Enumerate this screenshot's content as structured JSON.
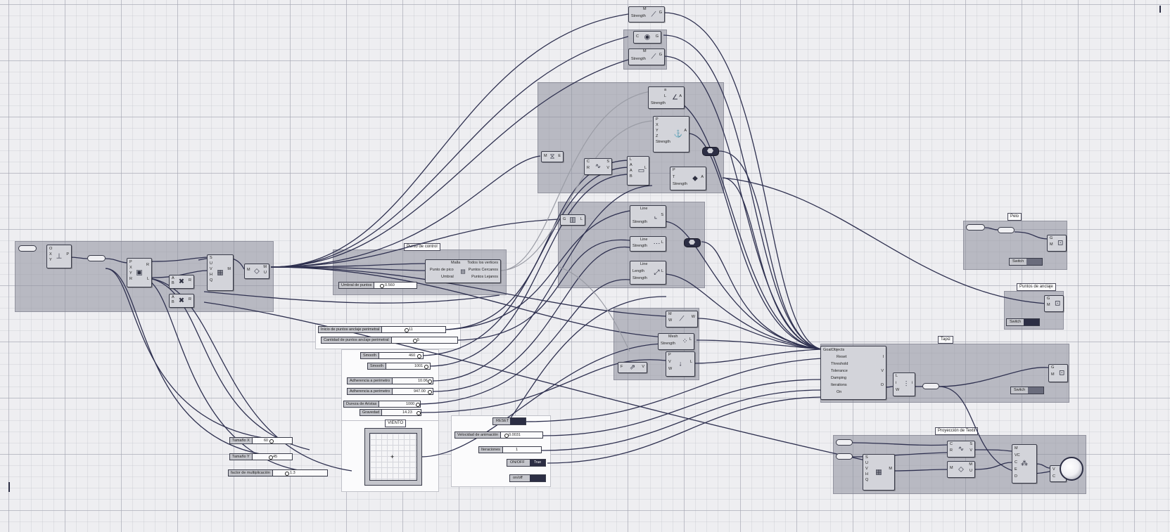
{
  "groups": {
    "punto_de_control": "Punto de control",
    "tapiz": "Tapiz",
    "pelo": "Pelo",
    "puntos_de_anclaje": "Puntos de anclaje",
    "viento": "VIENTO",
    "proyeccion_textil": "Proyección de Textil"
  },
  "components": {
    "strength": "Strength",
    "line": "Line",
    "length": "Length",
    "mesh": "Mesh",
    "switch": "Switch",
    "solver_inputs": [
      "GoalObjects",
      "Reset",
      "Threshold",
      "Tolerance",
      "Damping",
      "Iterations",
      "On"
    ],
    "control_inputs": [
      "Malla",
      "Punto de pico",
      "Umbral"
    ],
    "control_outputs": [
      "Todos los vertices",
      "Puntos Cercanos",
      "Puntos Lejanos"
    ]
  },
  "sliders": {
    "umbral": {
      "label": "Umbral de puntos",
      "value": "0.560"
    },
    "inicio": {
      "label": "Inicio de puntos anclaje perimetral",
      "value": "11"
    },
    "cantidad": {
      "label": "Cantidad de puntos anclaje perimetral",
      "value": "5"
    },
    "smooth1": {
      "label": "Smooth",
      "value": "460"
    },
    "smooth2": {
      "label": "Smooth",
      "value": "1001"
    },
    "adh1": {
      "label": "Adherencia a perimetro",
      "value": "10.06"
    },
    "adh2": {
      "label": "Adherencia a perimetro",
      "value": "947.00"
    },
    "dureza": {
      "label": "Dureza de Aristas",
      "value": "1000"
    },
    "gravedad": {
      "label": "Gravedad",
      "value": "14.23"
    },
    "tamx": {
      "label": "Tamaño X",
      "value": "60"
    },
    "tamy": {
      "label": "Tamaño Y",
      "value": "45"
    },
    "factor": {
      "label": "factor de multiplicación",
      "value": "1.3"
    },
    "velocidad": {
      "label": "Velocidad de animación",
      "value": "0.0031"
    },
    "iteraciones": {
      "label": "Iteraciones",
      "value": "1"
    }
  },
  "toggles": {
    "reset": "RESET",
    "onoff": "ON/OFF",
    "onoff_state": "True",
    "onoff2": "on/off"
  },
  "colors": {
    "accent": "#2c2e44",
    "wire": "#2f3150",
    "group": "#8c8e9b"
  }
}
